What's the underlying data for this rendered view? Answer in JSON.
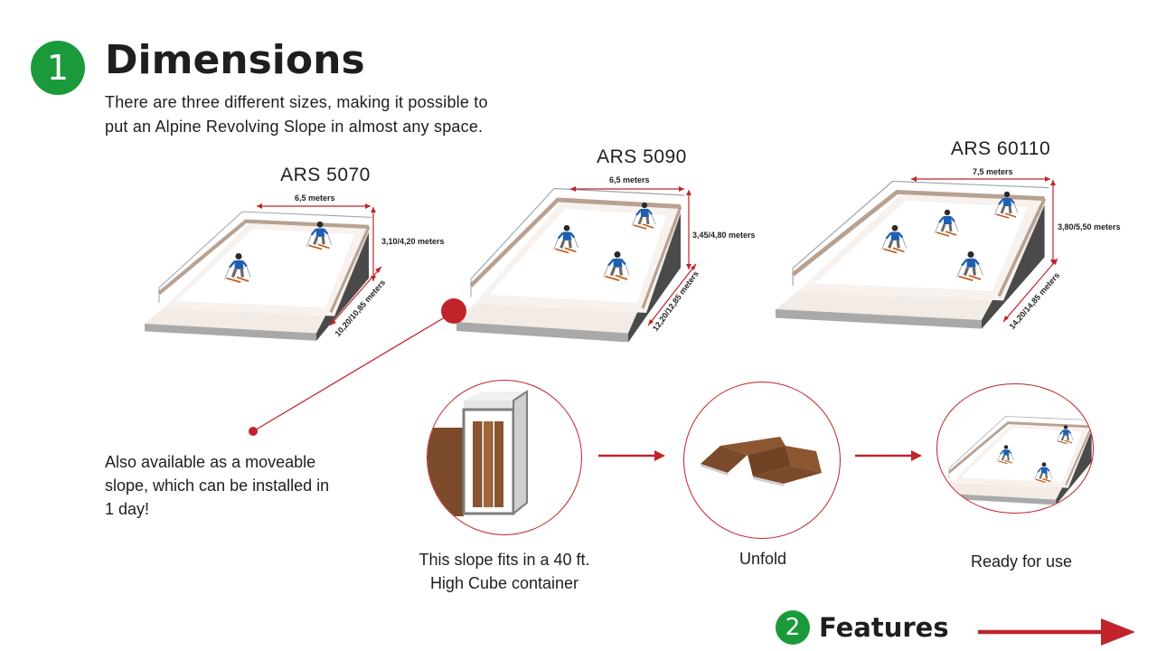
{
  "section1": {
    "number": "1",
    "title": "Dimensions"
  },
  "intro": {
    "line1": "There are three different sizes, making it possible to",
    "line2": "put an Alpine Revolving Slope in almost any space."
  },
  "models": [
    {
      "name": "ARS 5070",
      "width": "6,5 meters",
      "height": "3,10/4,20 meters",
      "length": "10,20/10,85 meters"
    },
    {
      "name": "ARS 5090",
      "width": "6,5 meters",
      "height": "3,45/4,80 meters",
      "length": "12,20/12,85 meters"
    },
    {
      "name": "ARS 60110",
      "width": "7,5 meters",
      "height": "3,80/5,50 meters",
      "length": "14,20/14,85 meters"
    }
  ],
  "moveable": {
    "line1": "Also available as a moveable",
    "line2": "slope, which can be installed in",
    "line3": "1 day!"
  },
  "steps": [
    {
      "line1": "This slope fits in a 40 ft.",
      "line2": "High Cube container"
    },
    {
      "line1": "Unfold"
    },
    {
      "line1": "Ready for use"
    }
  ],
  "section2": {
    "number": "2",
    "title": "Features"
  },
  "colors": {
    "green": "#1a9a3a",
    "red": "#c0242a",
    "wood": "#7a4a2a"
  },
  "icons": [
    "ski-slope-illustration",
    "container-icon",
    "unfold-icon",
    "arrow-right-icon"
  ]
}
